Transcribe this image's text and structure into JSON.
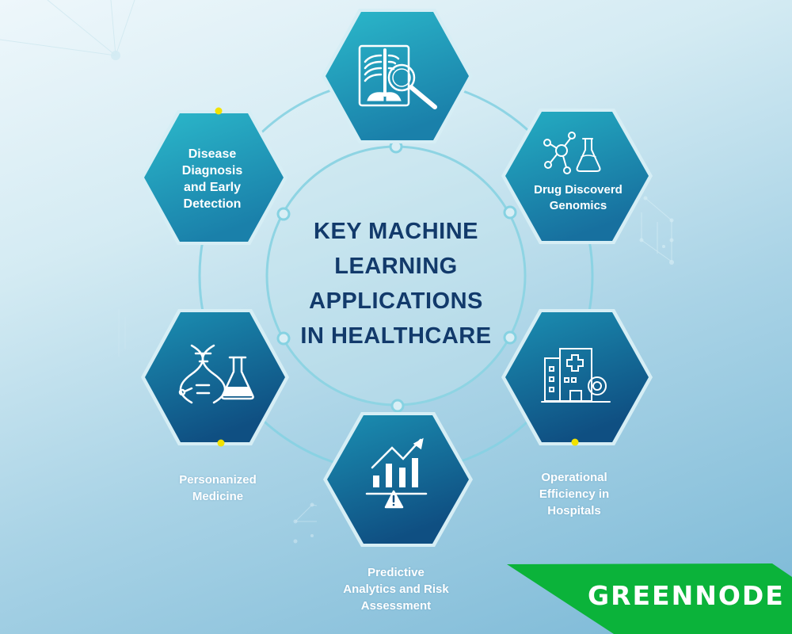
{
  "title": {
    "lines": [
      "KEY MACHINE",
      "LEARNING",
      "APPLICATIONS",
      "IN HEALTHCARE"
    ]
  },
  "nodes": [
    {
      "id": "top",
      "icon": "xray-magnifier-icon",
      "label_lines": []
    },
    {
      "id": "upper-left",
      "icon": null,
      "label_lines": [
        "Disease",
        "Diagnosis",
        "and Early",
        "Detection"
      ]
    },
    {
      "id": "upper-right",
      "icon": "molecule-flask-icon",
      "label_lines": [
        "Drug Discoverd",
        "Genomics"
      ]
    },
    {
      "id": "lower-left",
      "icon": "dna-flask-icon",
      "label_lines": [
        "Personanized",
        "Medicine"
      ]
    },
    {
      "id": "lower-right",
      "icon": "hospital-gear-icon",
      "label_lines": [
        "Operational",
        "Efficiency in",
        "Hospitals"
      ]
    },
    {
      "id": "bottom",
      "icon": "chart-warning-icon",
      "label_lines": [
        "Predictive",
        "Analytics and Risk",
        "Assessment"
      ]
    }
  ],
  "brand": {
    "name": "GREENNODE"
  },
  "colors": {
    "hex_light": "#2bb5c8",
    "hex_dark": "#0f4f82",
    "title": "#123a6b",
    "ring": "#7ccfe0",
    "accent_dot": "#f2e200",
    "brand_green": "#0bb33a"
  }
}
